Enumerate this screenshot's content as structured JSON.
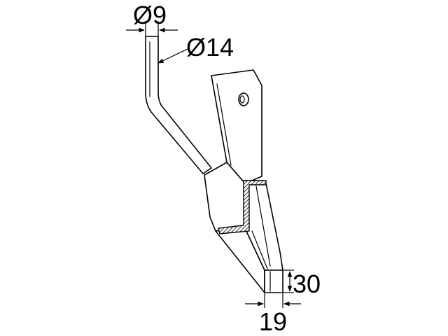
{
  "diagram": {
    "dimensions": {
      "rod_diameter": "Ø9",
      "shank_diameter": "Ø14",
      "tip_height": "30",
      "tip_width": "19"
    }
  }
}
